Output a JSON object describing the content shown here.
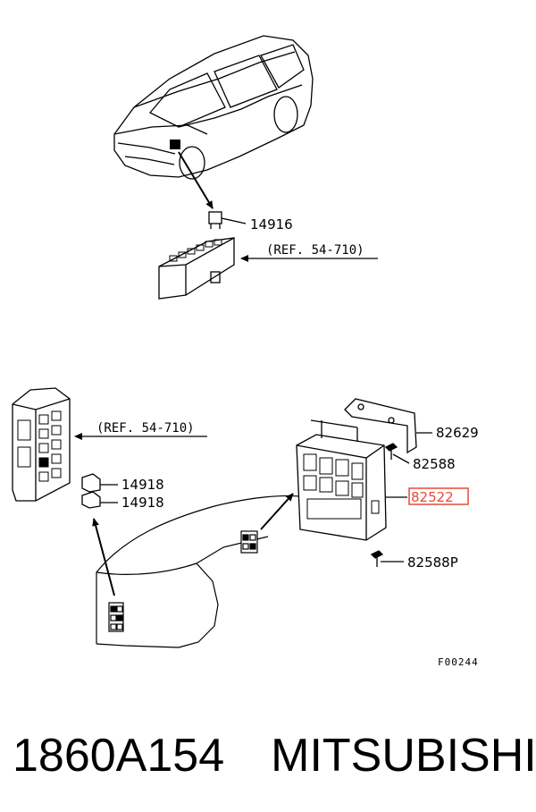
{
  "diagram": {
    "part_labels": {
      "p14916": "14916",
      "ref_top": "(REF. 54-710)",
      "ref_left": "(REF. 54-710)",
      "p14918_a": "14918",
      "p14918_b": "14918",
      "p82629": "82629",
      "p82588": "82588",
      "p82522": "82522",
      "p82588p": "82588P"
    },
    "figure_code": "F00244",
    "highlight_color": "#e8483a"
  },
  "footer": {
    "part_number": "1860A154",
    "brand": "MITSUBISHI"
  }
}
